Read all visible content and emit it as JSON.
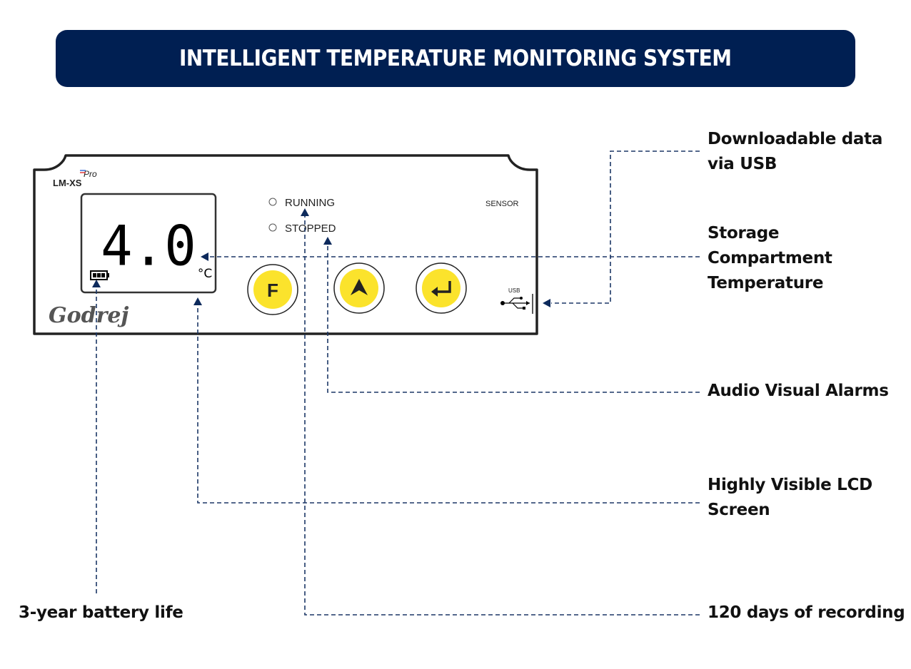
{
  "header": {
    "title": "INTELLIGENT TEMPERATURE MONITORING SYSTEM"
  },
  "colors": {
    "banner": "#001f52",
    "accent_line": "#1c3766",
    "button_yellow": "#fbe32c"
  },
  "device": {
    "model": "LM-XS",
    "model_suffix": "Pro",
    "brand": "Godrej",
    "lcd": {
      "reading": "4.0",
      "unit": "°C",
      "battery_level": "full"
    },
    "status_indicators": [
      {
        "label": "RUNNING"
      },
      {
        "label": "STOPPED"
      }
    ],
    "sensor_label": "SENSOR",
    "usb_label": "USB",
    "buttons": [
      {
        "name": "function",
        "label": "F"
      },
      {
        "name": "up",
        "label": "▲"
      },
      {
        "name": "enter",
        "label": "↵"
      }
    ]
  },
  "callouts": {
    "usb": [
      "Downloadable data",
      "via USB"
    ],
    "temperature": [
      "Storage",
      "Compartment",
      "Temperature"
    ],
    "alarms": [
      "Audio Visual Alarms"
    ],
    "lcd": [
      "Highly Visible LCD",
      "Screen"
    ],
    "battery": [
      "3-year battery life"
    ],
    "recording": [
      "120 days of recording"
    ]
  }
}
